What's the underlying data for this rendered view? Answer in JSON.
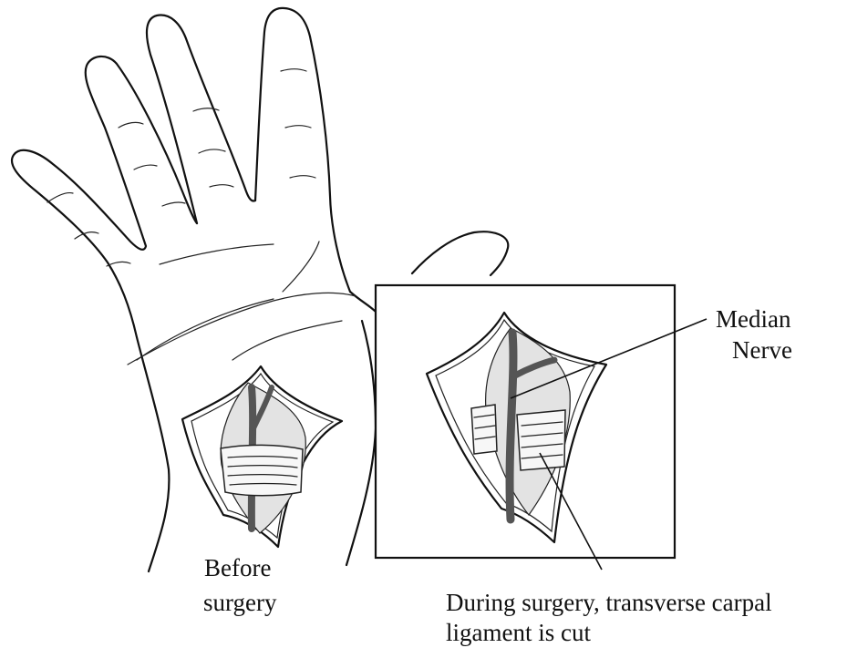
{
  "labels": {
    "median_nerve_line1": "Median",
    "median_nerve_line2": "Nerve",
    "before_line1": "Before",
    "before_line2": "surgery",
    "during_line1": "During surgery, transverse carpal",
    "during_line2": "ligament is cut"
  },
  "colors": {
    "ink": "#111111",
    "nerve": "#555555",
    "tissue": "#e3e3e3",
    "ligament": "#f7f7f7",
    "background": "#ffffff"
  }
}
